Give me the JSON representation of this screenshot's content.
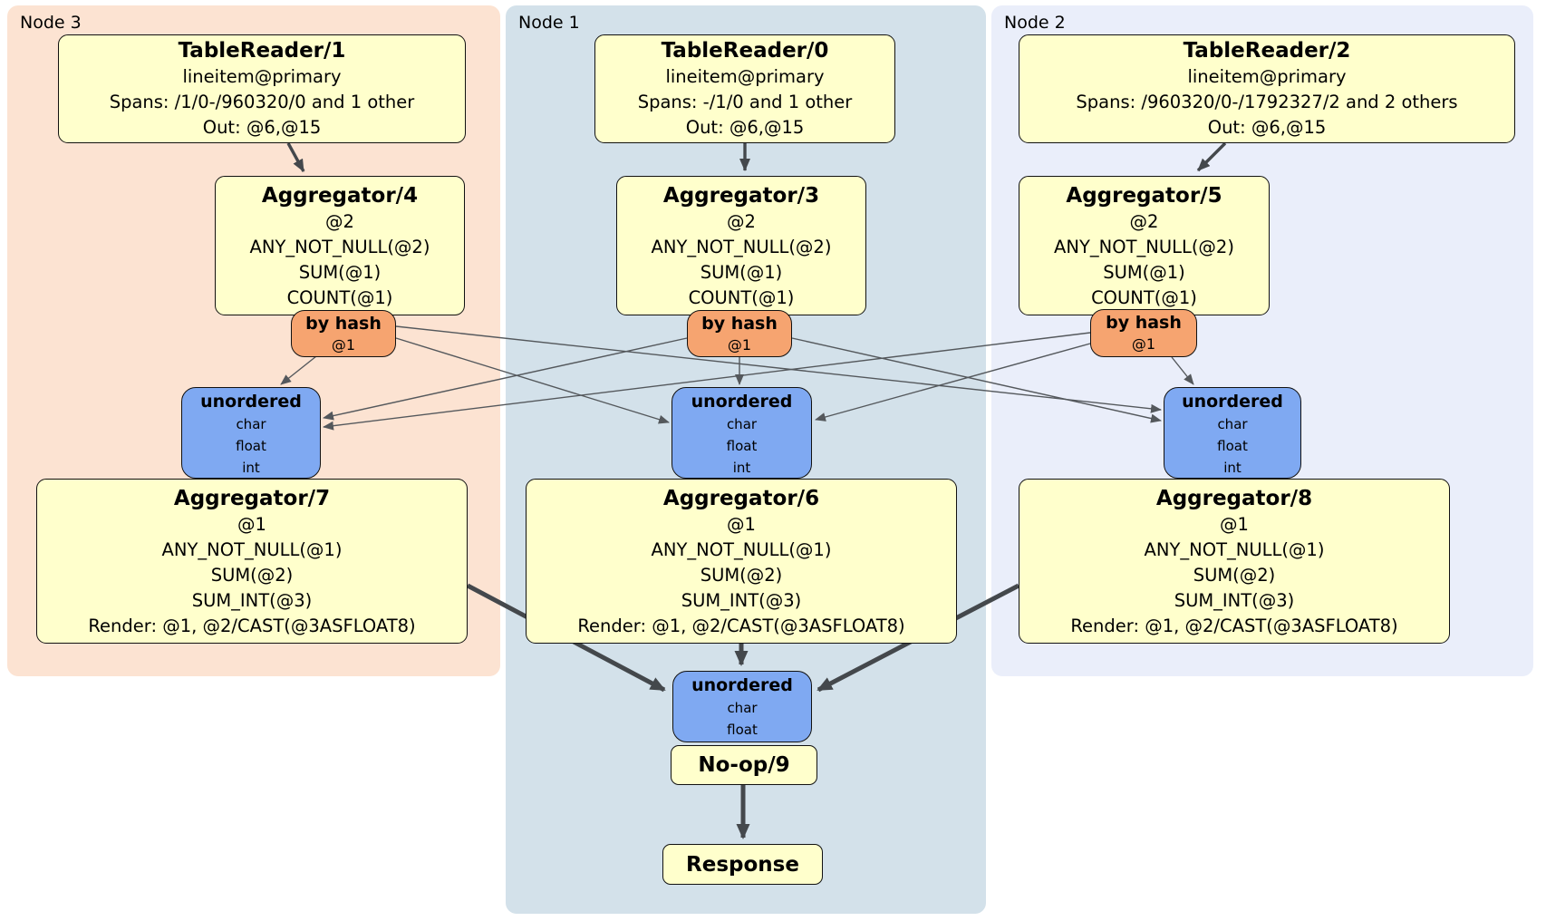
{
  "regions": {
    "node3": {
      "label": "Node 3"
    },
    "node1": {
      "label": "Node 1"
    },
    "node2": {
      "label": "Node 2"
    }
  },
  "boxes": {
    "tr1": {
      "title": "TableReader/1",
      "lines": [
        "lineitem@primary",
        "Spans: /1/0-/960320/0 and 1 other",
        "Out: @6,@15"
      ]
    },
    "tr0": {
      "title": "TableReader/0",
      "lines": [
        "lineitem@primary",
        "Spans: -/1/0 and 1 other",
        "Out: @6,@15"
      ]
    },
    "tr2": {
      "title": "TableReader/2",
      "lines": [
        "lineitem@primary",
        "Spans: /960320/0-/1792327/2 and 2 others",
        "Out: @6,@15"
      ]
    },
    "agg4": {
      "title": "Aggregator/4",
      "lines": [
        "@2",
        "ANY_NOT_NULL(@2)",
        "SUM(@1)",
        "COUNT(@1)"
      ]
    },
    "agg3": {
      "title": "Aggregator/3",
      "lines": [
        "@2",
        "ANY_NOT_NULL(@2)",
        "SUM(@1)",
        "COUNT(@1)"
      ]
    },
    "agg5": {
      "title": "Aggregator/5",
      "lines": [
        "@2",
        "ANY_NOT_NULL(@2)",
        "SUM(@1)",
        "COUNT(@1)"
      ]
    },
    "byhash3": {
      "title": "by hash",
      "lines": [
        "@1"
      ]
    },
    "byhash1": {
      "title": "by hash",
      "lines": [
        "@1"
      ]
    },
    "byhash2": {
      "title": "by hash",
      "lines": [
        "@1"
      ]
    },
    "unord3": {
      "title": "unordered",
      "lines": [
        "char",
        "float",
        "int"
      ]
    },
    "unord1": {
      "title": "unordered",
      "lines": [
        "char",
        "float",
        "int"
      ]
    },
    "unord2": {
      "title": "unordered",
      "lines": [
        "char",
        "float",
        "int"
      ]
    },
    "agg7": {
      "title": "Aggregator/7",
      "lines": [
        "@1",
        "ANY_NOT_NULL(@1)",
        "SUM(@2)",
        "SUM_INT(@3)",
        "Render: @1, @2/CAST(@3ASFLOAT8)"
      ]
    },
    "agg6": {
      "title": "Aggregator/6",
      "lines": [
        "@1",
        "ANY_NOT_NULL(@1)",
        "SUM(@2)",
        "SUM_INT(@3)",
        "Render: @1, @2/CAST(@3ASFLOAT8)"
      ]
    },
    "agg8": {
      "title": "Aggregator/8",
      "lines": [
        "@1",
        "ANY_NOT_NULL(@1)",
        "SUM(@2)",
        "SUM_INT(@3)",
        "Render: @1, @2/CAST(@3ASFLOAT8)"
      ]
    },
    "unordFinal": {
      "title": "unordered",
      "lines": [
        "char",
        "float"
      ]
    },
    "noop": {
      "title": "No-op/9"
    },
    "response": {
      "title": "Response"
    }
  },
  "colors": {
    "proc_fill": "#FFFFCC",
    "router_fill": "#F6A470",
    "sync_fill": "#7FA9F2",
    "node1_bg": "#D3E1EA",
    "node2_bg": "#EAEEFA",
    "node3_bg": "#FCE3D2",
    "edge_thick": "#44484C",
    "edge_thin": "#54585C",
    "box_border": "#111111"
  }
}
